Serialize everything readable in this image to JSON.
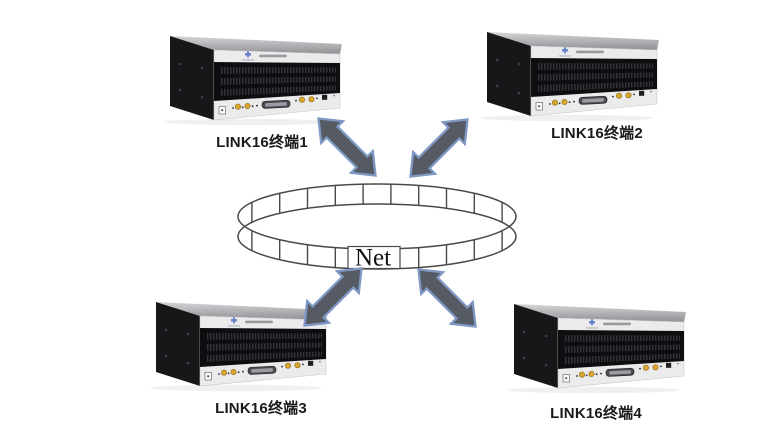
{
  "diagram": {
    "terminals": [
      {
        "id": 1,
        "label": "LINK16终端1"
      },
      {
        "id": 2,
        "label": "LINK16终端2"
      },
      {
        "id": 3,
        "label": "LINK16终端3"
      },
      {
        "id": 4,
        "label": "LINK16终端4"
      }
    ],
    "network_label": "Net",
    "ring": {
      "segments_per_arc": 10
    },
    "colors": {
      "arrow_fill": "#565b63",
      "arrow_outline": "#7e97c4",
      "ring_stroke": "#4a4a4a",
      "label_text": "#1a1a1a",
      "device_chassis": "#17171a",
      "connector_gold": "#d9a62e"
    }
  }
}
